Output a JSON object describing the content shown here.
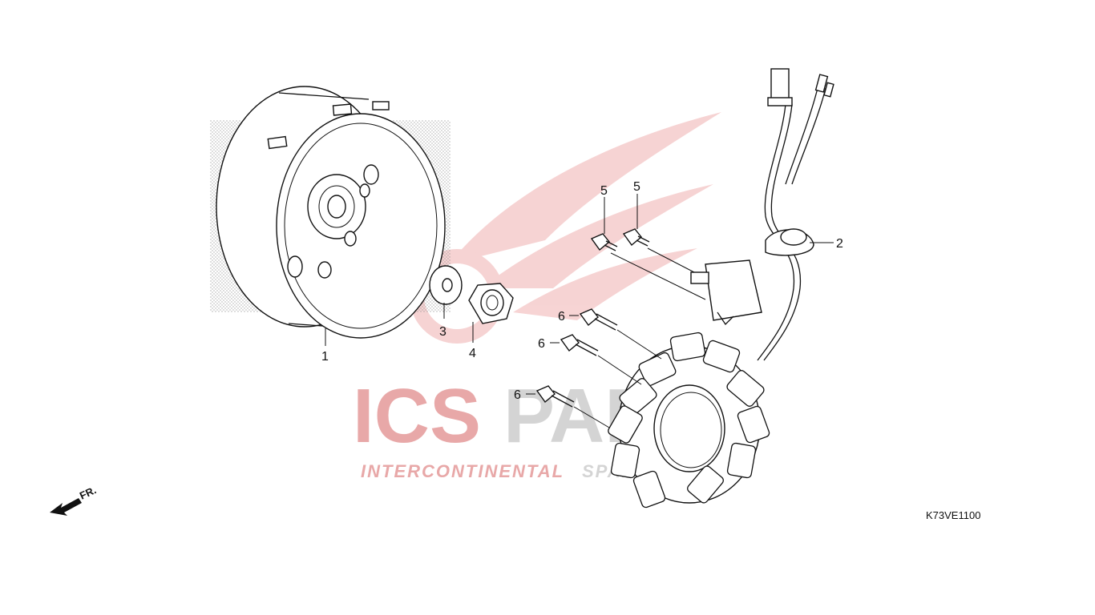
{
  "diagram": {
    "code": "K73VE1100",
    "direction_label": "FR.",
    "watermark": {
      "brand_red": "ICS",
      "brand_gray": "PARTS",
      "tagline_red": "INTERCONTINENTAL",
      "tagline_gray": "SPARE PARTS",
      "red_color": "#e8a8a8",
      "gray_color": "#d4d4d4"
    },
    "callouts": {
      "flywheel": "1",
      "stator_assembly": "2",
      "washer": "3",
      "nut": "4",
      "pulser_bolt_left": "5",
      "pulser_bolt_right": "5",
      "stator_bolt_top": "6",
      "stator_bolt_middle": "6",
      "stator_bolt_bottom": "6"
    }
  }
}
